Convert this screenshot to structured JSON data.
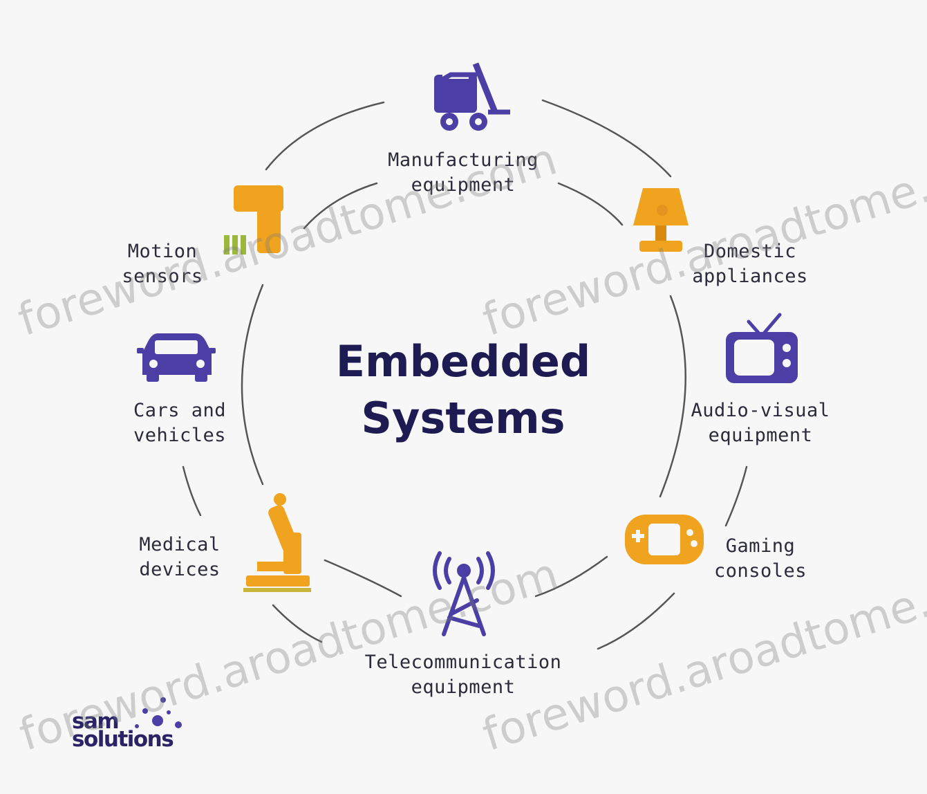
{
  "diagram": {
    "title_line1": "Embedded",
    "title_line2": "Systems",
    "nodes": [
      {
        "id": "manufacturing",
        "line1": "Manufacturing",
        "line2": "equipment",
        "icon": "forklift-icon"
      },
      {
        "id": "domestic",
        "line1": "Domestic",
        "line2": "appliances",
        "icon": "lamp-icon"
      },
      {
        "id": "audiovisual",
        "line1": "Audio-visual",
        "line2": "equipment",
        "icon": "tv-icon"
      },
      {
        "id": "gaming",
        "line1": "Gaming",
        "line2": "consoles",
        "icon": "gamepad-icon"
      },
      {
        "id": "telecom",
        "line1": "Telecommunication",
        "line2": "equipment",
        "icon": "antenna-tower-icon"
      },
      {
        "id": "medical",
        "line1": "Medical",
        "line2": "devices",
        "icon": "microscope-icon"
      },
      {
        "id": "cars",
        "line1": "Cars and",
        "line2": "vehicles",
        "icon": "car-icon"
      },
      {
        "id": "motion",
        "line1": "Motion",
        "line2": "sensors",
        "icon": "motion-sensor-icon"
      }
    ]
  },
  "logo": {
    "line1": "sam",
    "line2": "solutions"
  },
  "watermark": "foreword.aroadtome.com",
  "colors": {
    "purple": "#4b3fa6",
    "orange": "#f0a31e",
    "title": "#1e1a52",
    "text": "#2b2b3a"
  }
}
